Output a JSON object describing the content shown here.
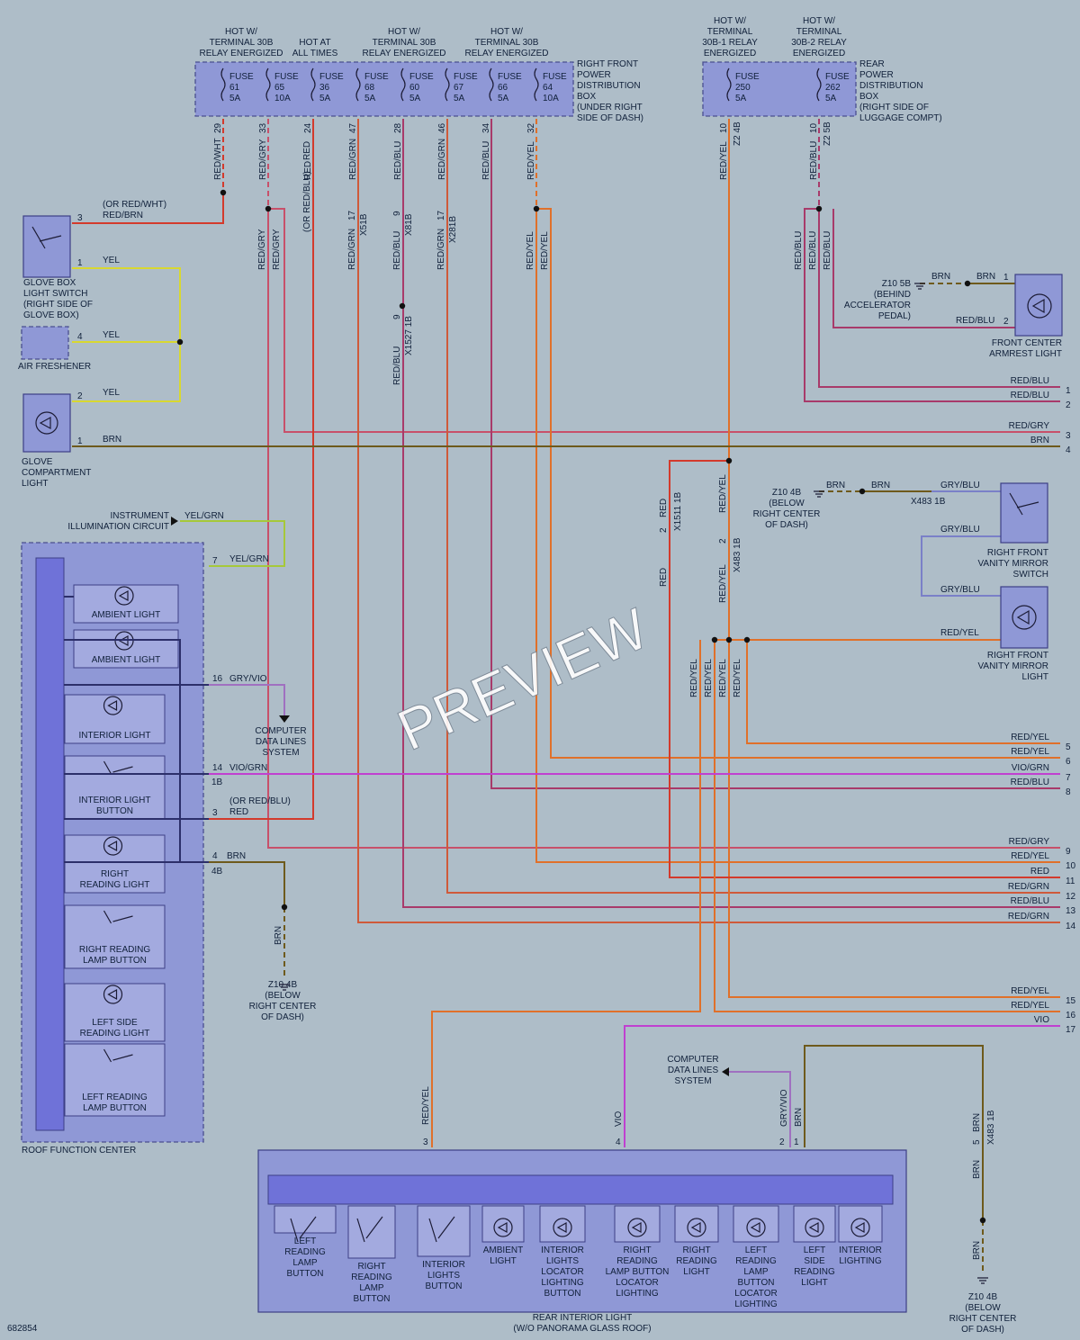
{
  "diagram_id": "682854",
  "watermark": "PREVIEW",
  "front_box": {
    "title": "RIGHT FRONT\nPOWER\nDISTRIBUTION\nBOX\n(UNDER RIGHT\nSIDE OF DASH)",
    "headers": [
      "HOT W/\nTERMINAL 30B\nRELAY ENERGIZED",
      "HOT AT\nALL TIMES",
      "HOT W/\nTERMINAL 30B\nRELAY ENERGIZED",
      "HOT W/\nTERMINAL 30B\nRELAY ENERGIZED"
    ],
    "fuses": [
      {
        "label": "FUSE\n61\n5A",
        "pin": "29",
        "wire": "RED/WHT"
      },
      {
        "label": "FUSE\n65\n10A",
        "pin": "33",
        "wire": "RED/GRY"
      },
      {
        "label": "FUSE\n36\n5A",
        "pin": "24",
        "wire": "RED"
      },
      {
        "label": "FUSE\n68\n5A",
        "pin": "47",
        "wire": "RED/GRN"
      },
      {
        "label": "FUSE\n60\n5A",
        "pin": "28",
        "wire": "RED/BLU"
      },
      {
        "label": "FUSE\n67\n5A",
        "pin": "46",
        "wire": "RED/GRN"
      },
      {
        "label": "FUSE\n66\n5A",
        "pin": "34",
        "wire": "RED/BLU"
      },
      {
        "label": "FUSE\n64\n10A",
        "pin": "32",
        "wire": "RED/YEL"
      }
    ]
  },
  "rear_box": {
    "title": "REAR\nPOWER\nDISTRIBUTION\nBOX\n(RIGHT SIDE OF\nLUGGAGE COMPT)",
    "headers": [
      "HOT W/\nTERMINAL\n30B-1 RELAY\nENERGIZED",
      "HOT W/\nTERMINAL\n30B-2 RELAY\nENERGIZED"
    ],
    "fuses": [
      {
        "label": "FUSE\n250\n5A",
        "pin": "10",
        "conn": "Z2 4B",
        "wire": "RED/YEL"
      },
      {
        "label": "FUSE\n262\n5A",
        "pin": "10",
        "conn": "Z2 5B",
        "wire": "RED/BLU"
      }
    ]
  },
  "wire_labels": {
    "red_wht_alt": "(OR RED/WHT)",
    "red_brn": "RED/BRN",
    "red_gry": "RED/GRY",
    "red_blu_alt": "(OR RED/BLU)",
    "red": "RED",
    "red_grn": "RED/GRN",
    "red_blu": "RED/BLU",
    "red_yel": "RED/YEL",
    "yel": "YEL",
    "brn": "BRN",
    "yel_grn": "YEL/GRN",
    "gry_vio": "GRY/VIO",
    "vio_grn": "VIO/GRN",
    "vio": "VIO",
    "gry_blu": "GRY/BLU",
    "conn_x51": "X51B",
    "conn_x81": "X81B",
    "conn_x281": "X281B",
    "conn_x1527": "X1527 1B",
    "conn_x1511": "X1511 1B",
    "conn_x483": "X483 1B",
    "conn_x483b": "X483 1B",
    "pin_17": "17",
    "pin_9": "9",
    "pin_2": "2",
    "pin_5": "5",
    "pin_1b": "1B",
    "pin_4b": "4B"
  },
  "glove_box_switch": "GLOVE BOX\nLIGHT SWITCH\n(RIGHT SIDE OF\nGLOVE BOX)",
  "air_freshener": "AIR FRESHENER",
  "glove_light": "GLOVE\nCOMPARTMENT\nLIGHT",
  "instrument_circuit": "INSTRUMENT\nILLUMINATION CIRCUIT",
  "computer_lines": "COMPUTER\nDATA LINES\nSYSTEM",
  "computer_lines_2": "COMPUTER\nDATA LINES\nSYSTEM",
  "roof_center": {
    "title": "ROOF FUNCTION CENTER",
    "items": [
      "AMBIENT LIGHT",
      "AMBIENT LIGHT",
      "INTERIOR LIGHT",
      "INTERIOR LIGHT\nBUTTON",
      "RIGHT\nREADING LIGHT",
      "RIGHT READING\nLAMP BUTTON",
      "LEFT SIDE\nREADING LIGHT",
      "LEFT READING\nLAMP BUTTON"
    ],
    "pins": [
      "7",
      "16",
      "14",
      "3",
      "4"
    ]
  },
  "ground_1": "Z10 4B\n(BELOW\nRIGHT CENTER\nOF DASH)",
  "ground_2": "Z10 4B\n(BELOW\nRIGHT CENTER\nOF DASH)",
  "ground_3": "Z10 4B\n(BELOW\nRIGHT CENTER\nOF DASH)",
  "ground_accel": "Z10 5B\n(BEHIND\nACCELERATOR\nPEDAL)",
  "armrest_light": "FRONT CENTER\nARMREST LIGHT",
  "vanity_switch": "RIGHT FRONT\nVANITY MIRROR\nSWITCH",
  "vanity_light": "RIGHT FRONT\nVANITY MIRROR\nLIGHT",
  "right_side_wires": [
    {
      "n": "1",
      "label": "RED/BLU"
    },
    {
      "n": "2",
      "label": "RED/BLU"
    },
    {
      "n": "3",
      "label": "RED/GRY"
    },
    {
      "n": "4",
      "label": "BRN"
    },
    {
      "n": "5",
      "label": "RED/YEL"
    },
    {
      "n": "6",
      "label": "RED/YEL"
    },
    {
      "n": "7",
      "label": "VIO/GRN"
    },
    {
      "n": "8",
      "label": "RED/BLU"
    },
    {
      "n": "9",
      "label": "RED/GRY"
    },
    {
      "n": "10",
      "label": "RED/YEL"
    },
    {
      "n": "11",
      "label": "RED"
    },
    {
      "n": "12",
      "label": "RED/GRN"
    },
    {
      "n": "13",
      "label": "RED/BLU"
    },
    {
      "n": "14",
      "label": "RED/GRN"
    },
    {
      "n": "15",
      "label": "RED/YEL"
    },
    {
      "n": "16",
      "label": "RED/YEL"
    },
    {
      "n": "17",
      "label": "VIO"
    }
  ],
  "rear_light": {
    "title": "REAR INTERIOR LIGHT\n(W/O PANORAMA GLASS ROOF)",
    "items": [
      "LEFT\nREADING\nLAMP\nBUTTON",
      "RIGHT\nREADING\nLAMP\nBUTTON",
      "INTERIOR\nLIGHTS\nBUTTON",
      "AMBIENT\nLIGHT",
      "INTERIOR\nLIGHTS\nLOCATOR\nLIGHTING\nBUTTON",
      "RIGHT\nREADING\nLAMP BUTTON\nLOCATOR\nLIGHTING",
      "RIGHT\nREADING\nLIGHT",
      "LEFT\nREADING\nLAMP\nBUTTON\nLOCATOR\nLIGHTING",
      "LEFT\nSIDE\nREADING\nLIGHT",
      "INTERIOR\nLIGHTING"
    ],
    "pins": [
      "3",
      "4",
      "2",
      "1"
    ]
  },
  "colors": {
    "red": "#d33a2c",
    "red_yel": "#e0702a",
    "red_blu": "#a83a6a",
    "red_gry": "#c8506a",
    "brn": "#6e5a1c",
    "yel": "#d8d830",
    "yel_grn": "#a6c83a",
    "vio": "#c040d0",
    "gry_vio": "#a070c0",
    "gry_blu": "#7a80c8"
  }
}
